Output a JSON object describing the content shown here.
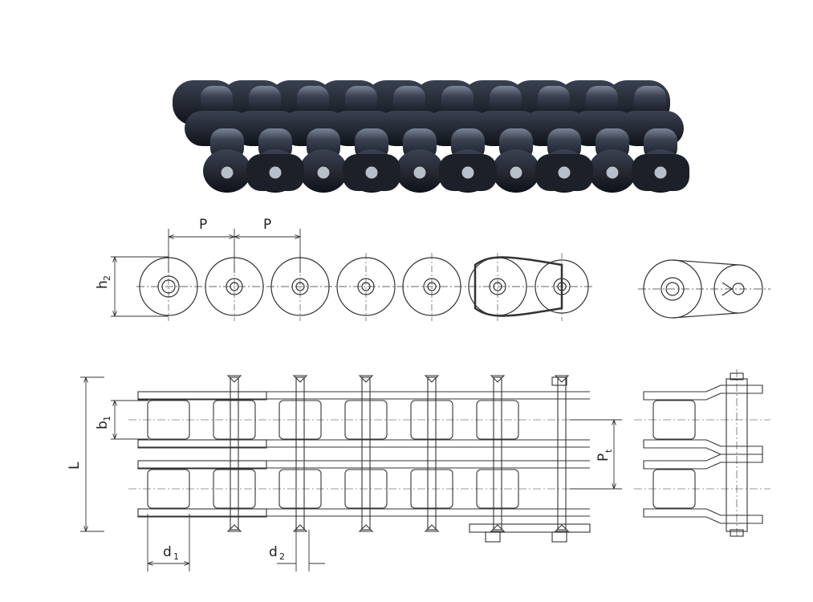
{
  "labels": {
    "pitch_1": "P",
    "pitch_2": "P",
    "plate_height": "h",
    "plate_height_sub": "2",
    "inner_width": "b",
    "inner_width_sub": "1",
    "overall_length": "L",
    "transverse_pitch": "P",
    "transverse_pitch_sub": "t",
    "roller_diameter": "d",
    "roller_diameter_sub": "1",
    "pin_diameter": "d",
    "pin_diameter_sub": "2"
  },
  "colors": {
    "line": "#333333",
    "chain_metal": "#1f2430",
    "chain_highlight": "#6f7a8c",
    "pin_face": "#b7bfca"
  }
}
